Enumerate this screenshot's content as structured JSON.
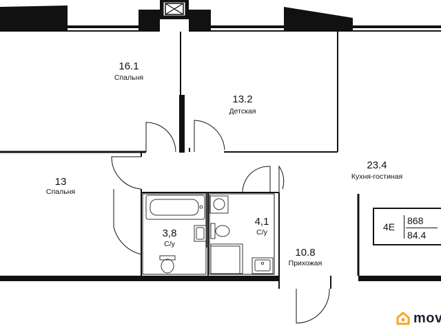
{
  "rooms": [
    {
      "area": "16.1",
      "name": "Спальня"
    },
    {
      "area": "13.2",
      "name": "Детская"
    },
    {
      "area": "13",
      "name": "Спальня"
    },
    {
      "area": "23.4",
      "name": "Кухня-гостиная"
    },
    {
      "area": "3,8",
      "name": "С/у"
    },
    {
      "area": "4,1",
      "name": "С/у"
    },
    {
      "area": "10.8",
      "name": "Прихожая"
    }
  ],
  "info": {
    "building": "4E",
    "number": "868",
    "total_area": "84.4"
  },
  "logo": {
    "text": "mov"
  },
  "colors": {
    "wall": "#111111",
    "fixture": "#333333",
    "logo_accent": "#f5a623"
  }
}
